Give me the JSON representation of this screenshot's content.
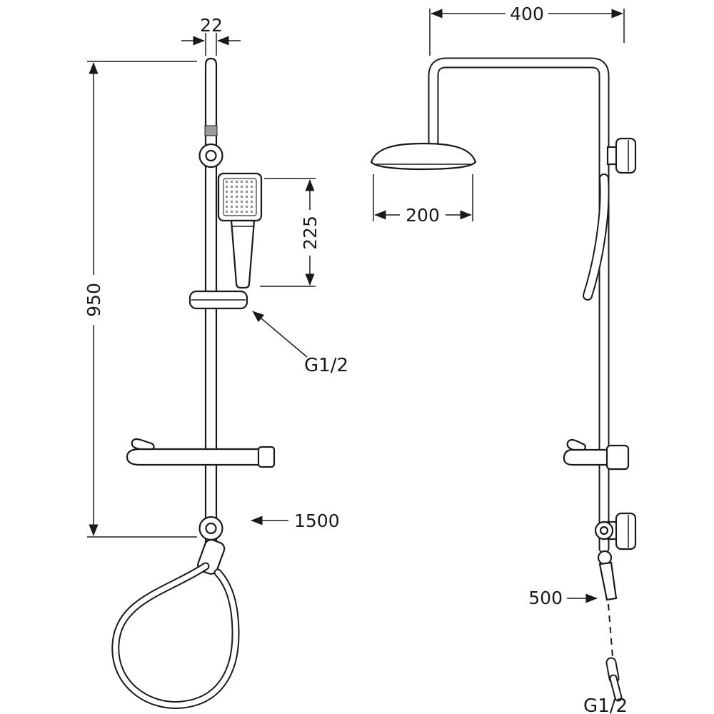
{
  "page": {
    "background_color": "#ffffff",
    "line_color": "#1a1a1a",
    "description_labels_present": [
      "22",
      "950",
      "225",
      "G1/2",
      "1500",
      "400",
      "200",
      "500",
      "G1/2"
    ]
  },
  "drawing": {
    "front_view": {
      "rod_width": "22",
      "height": "950",
      "handshower_length": "225",
      "thread": "G1/2",
      "hose_length": "1500"
    },
    "side_view": {
      "arm_reach": "400",
      "head_width": "200",
      "outlet": "500",
      "thread": "G1/2"
    }
  }
}
